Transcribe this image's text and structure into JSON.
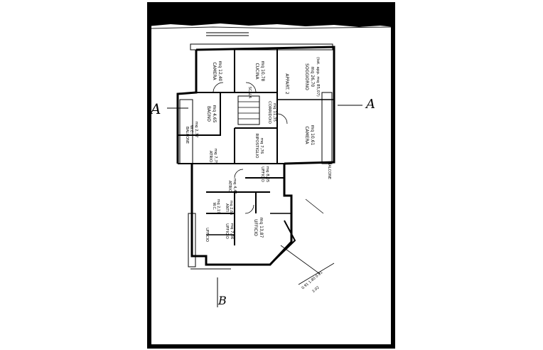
{
  "sections": {
    "left": "A",
    "right": "A",
    "bottom": "B"
  },
  "rooms": {
    "camera1": {
      "name": "CAMERA",
      "area": "mq 12,40"
    },
    "cucina": {
      "name": "CUCINA",
      "area": "mq 10,78"
    },
    "soggiorno": {
      "name": "SOGGIORNO",
      "area": "mq 26,70",
      "note": "(tot. app. mq 85,07)"
    },
    "appart": {
      "name": "APPART. 2"
    },
    "bagno": {
      "name": "BAGNO",
      "area": "mq 4,65"
    },
    "wc1": {
      "name": "W.C.",
      "area": "mq 2,77"
    },
    "corridoio": {
      "name": "CORRIDOIO",
      "area": "mq 11,35"
    },
    "camera2": {
      "name": "CAMERA",
      "area": "mq 10,61"
    },
    "atrio1": {
      "name": "ATRIO",
      "area": "mq 7,79"
    },
    "ripostiglio": {
      "name": "RIPOSTIGLIO",
      "area": "mq 7,76"
    },
    "ufficio1": {
      "name": "UFFICIO",
      "area": "mq 8,05"
    },
    "atrio2": {
      "name": "ATRIO",
      "area": "mq 4,41"
    },
    "wc2": {
      "name": "W.C.",
      "area": "mq 2,19"
    },
    "antiwc": {
      "name": "ANTI",
      "area": "mq 2,65"
    },
    "ufficio2": {
      "name": "UFFICIO",
      "area": "mq 13,87"
    },
    "ufficio3": {
      "name": "UFFICIO",
      "area": "mq 7,86"
    },
    "ufficio4": {
      "name": "UFFICIO"
    }
  },
  "balconies": {
    "left": "BALCONE",
    "right": "BALCONE"
  },
  "notes": {
    "stair": "SCALA",
    "dims": "3.02",
    "dim2": "0.91 1.80 0.91"
  }
}
